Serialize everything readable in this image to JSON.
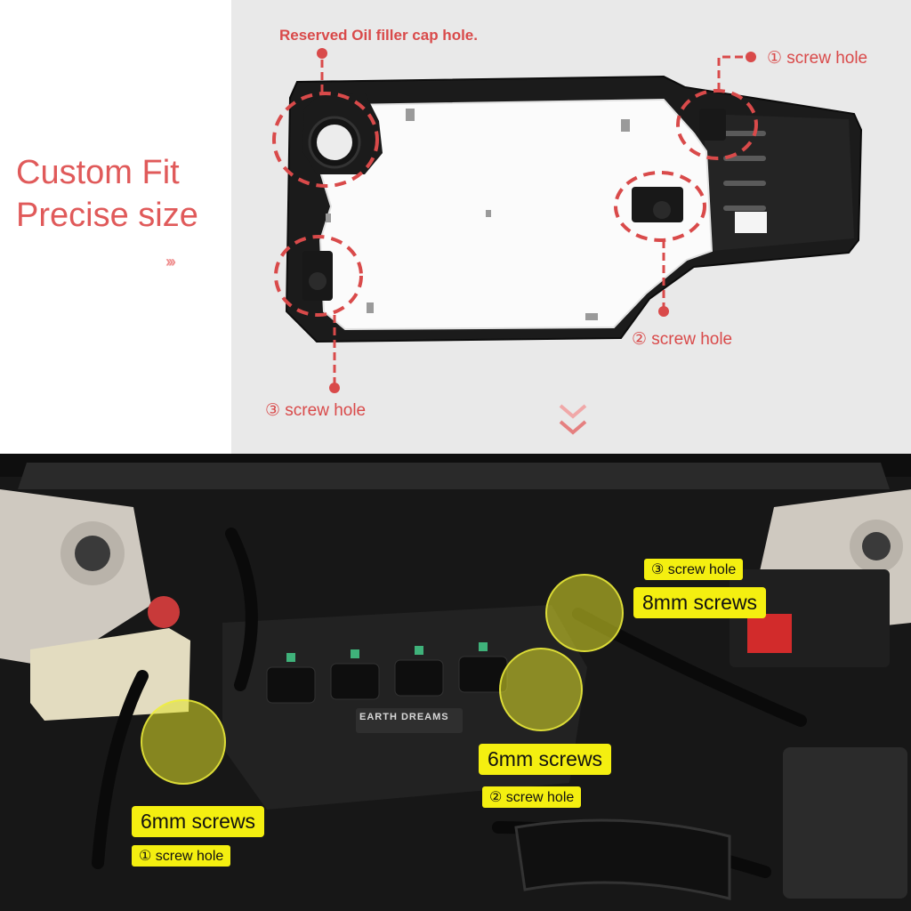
{
  "headline": {
    "line1": "Custom Fit",
    "line2": "Precise size",
    "arrows": "›››"
  },
  "annotations": {
    "oil_filler": "Reserved Oil filler cap hole.",
    "screw_hole_1": "① screw hole",
    "screw_hole_2": "② screw hole",
    "screw_hole_3": "③ screw hole"
  },
  "engine_labels": {
    "screws_8mm": "8mm screws",
    "screw_hole_3": "③ screw hole",
    "screws_6mm_center": "6mm screws",
    "screw_hole_2": "② screw hole",
    "screws_6mm_left": "6mm screws",
    "screw_hole_1": "① screw hole",
    "engine_badge": "EARTH DREAMS"
  },
  "colors": {
    "accent_red": "#d94a4a",
    "highlight_yellow": "#f4ef10"
  }
}
